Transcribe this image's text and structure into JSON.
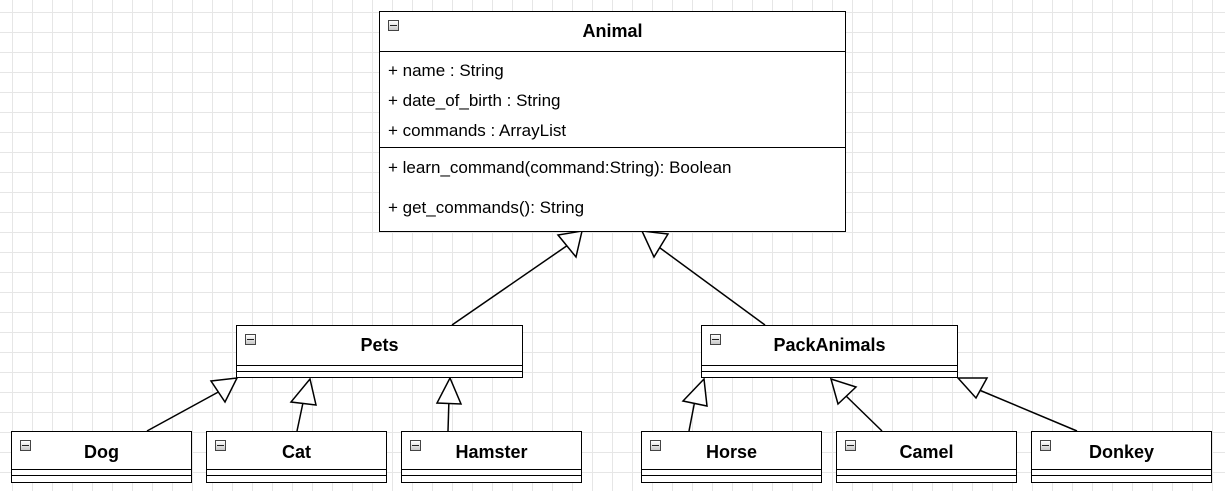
{
  "diagram": {
    "classes": {
      "animal": {
        "name": "Animal",
        "attributes": [
          "+ name : String",
          "+ date_of_birth : String",
          "+ commands : ArrayList"
        ],
        "operations": [
          "+ learn_command(command:String): Boolean",
          "+ get_commands(): String"
        ]
      },
      "pets": {
        "name": "Pets"
      },
      "pack_animals": {
        "name": "PackAnimals"
      },
      "dog": {
        "name": "Dog"
      },
      "cat": {
        "name": "Cat"
      },
      "hamster": {
        "name": "Hamster"
      },
      "horse": {
        "name": "Horse"
      },
      "camel": {
        "name": "Camel"
      },
      "donkey": {
        "name": "Donkey"
      }
    },
    "relationships": [
      {
        "type": "generalization",
        "from": "pets",
        "to": "animal"
      },
      {
        "type": "generalization",
        "from": "pack_animals",
        "to": "animal"
      },
      {
        "type": "generalization",
        "from": "dog",
        "to": "pets"
      },
      {
        "type": "generalization",
        "from": "cat",
        "to": "pets"
      },
      {
        "type": "generalization",
        "from": "hamster",
        "to": "pets"
      },
      {
        "type": "generalization",
        "from": "horse",
        "to": "pack_animals"
      },
      {
        "type": "generalization",
        "from": "camel",
        "to": "pack_animals"
      },
      {
        "type": "generalization",
        "from": "donkey",
        "to": "pack_animals"
      }
    ],
    "style": {
      "line_color": "#000000",
      "box_fill": "#ffffff",
      "grid_color": "#e6e6e6",
      "icon_name": "collapse-icon"
    }
  }
}
